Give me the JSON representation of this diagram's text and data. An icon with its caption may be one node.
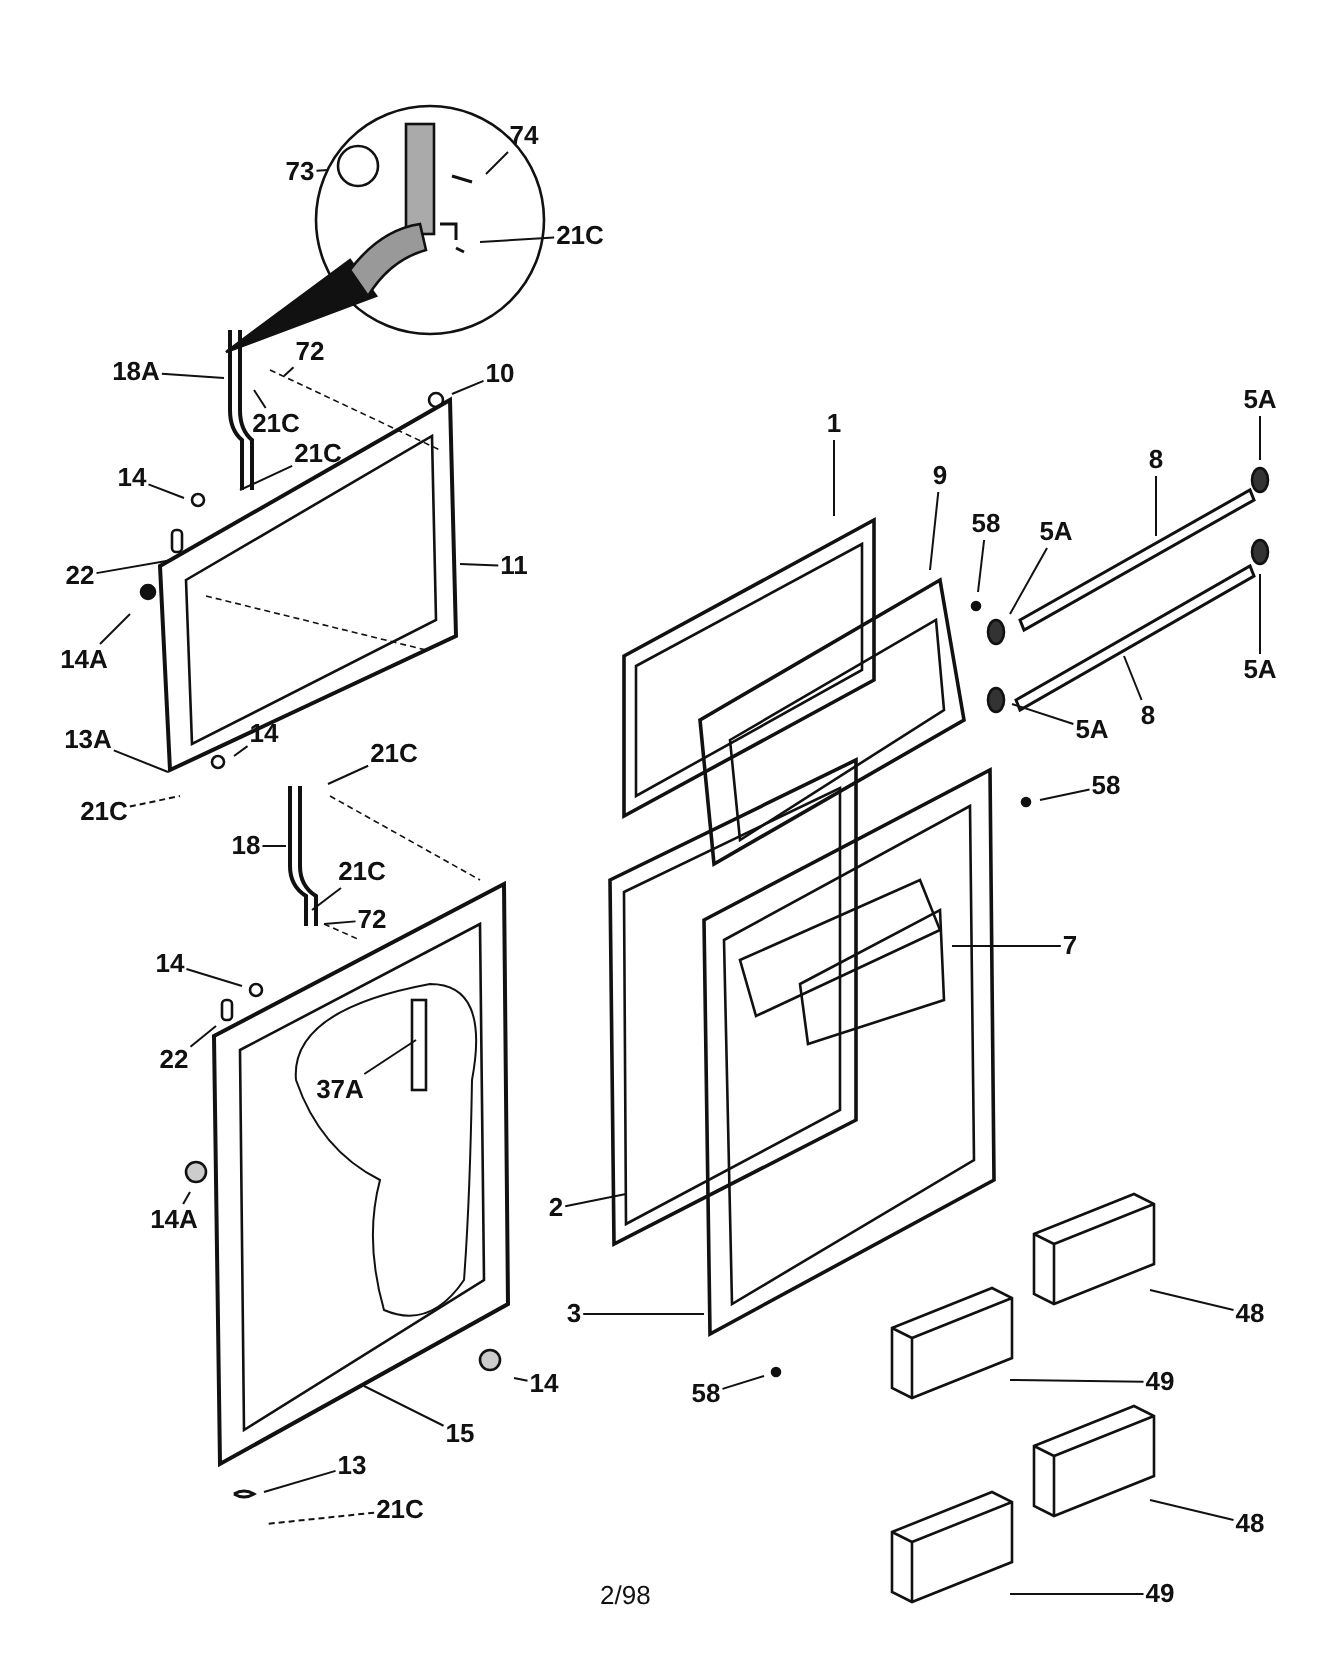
{
  "diagram": {
    "nodes": [
      {
        "text": [
          "74"
        ]
      },
      {
        "text": [
          "73"
        ]
      },
      {
        "text": [
          "21C"
        ]
      },
      {
        "text": [
          "72"
        ]
      },
      {
        "text": [
          "18A"
        ]
      },
      {
        "text": [
          "21C"
        ]
      },
      {
        "text": [
          "10"
        ]
      },
      {
        "text": [
          "21C"
        ]
      },
      {
        "text": [
          "14"
        ]
      },
      {
        "text": [
          "11"
        ]
      },
      {
        "text": [
          "22"
        ]
      },
      {
        "text": [
          "14A"
        ]
      },
      {
        "text": [
          "13A"
        ]
      },
      {
        "text": [
          "14"
        ]
      },
      {
        "text": [
          "21C"
        ]
      },
      {
        "text": [
          "21C"
        ]
      },
      {
        "text": [
          "18"
        ]
      },
      {
        "text": [
          "21C"
        ]
      },
      {
        "text": [
          "72"
        ]
      },
      {
        "text": [
          "14"
        ]
      },
      {
        "text": [
          "22"
        ]
      },
      {
        "text": [
          "37A"
        ]
      },
      {
        "text": [
          "14A"
        ]
      },
      {
        "text": [
          "2"
        ]
      },
      {
        "text": [
          "3"
        ]
      },
      {
        "text": [
          "14"
        ]
      },
      {
        "text": [
          "58"
        ]
      },
      {
        "text": [
          "15"
        ]
      },
      {
        "text": [
          "13"
        ]
      },
      {
        "text": [
          "21C"
        ]
      },
      {
        "text": [
          "1"
        ]
      },
      {
        "text": [
          "9"
        ]
      },
      {
        "text": [
          "58"
        ]
      },
      {
        "text": [
          "5A"
        ]
      },
      {
        "text": [
          "8"
        ]
      },
      {
        "text": [
          "5A"
        ]
      },
      {
        "text": [
          "5A"
        ]
      },
      {
        "text": [
          "8"
        ]
      },
      {
        "text": [
          "5A"
        ]
      },
      {
        "text": [
          "58"
        ]
      },
      {
        "text": [
          "7"
        ]
      },
      {
        "text": [
          "48"
        ]
      },
      {
        "text": [
          "49"
        ]
      },
      {
        "text": [
          "48"
        ]
      },
      {
        "text": [
          "49"
        ]
      }
    ],
    "edges": [
      {
        "from": 0,
        "to": null,
        "arrow": "none"
      },
      {
        "from": 1,
        "to": null,
        "arrow": "none"
      },
      {
        "from": 2,
        "to": null,
        "arrow": "none"
      },
      {
        "from": 3,
        "to": null,
        "arrow": "none"
      },
      {
        "from": 4,
        "to": null,
        "arrow": "none"
      },
      {
        "from": 5,
        "to": null,
        "arrow": "none"
      },
      {
        "from": 6,
        "to": null,
        "arrow": "none"
      },
      {
        "from": 7,
        "to": null,
        "arrow": "none"
      },
      {
        "from": 8,
        "to": null,
        "arrow": "none"
      },
      {
        "from": 9,
        "to": null,
        "arrow": "none"
      },
      {
        "from": 10,
        "to": null,
        "arrow": "none"
      },
      {
        "from": 11,
        "to": null,
        "arrow": "none"
      },
      {
        "from": 12,
        "to": null,
        "arrow": "none"
      },
      {
        "from": 13,
        "to": null,
        "arrow": "none"
      },
      {
        "from": 14,
        "to": null,
        "arrow": "none"
      },
      {
        "from": 15,
        "to": null,
        "arrow": "none",
        "style": "dashed"
      },
      {
        "from": 16,
        "to": null,
        "arrow": "none"
      },
      {
        "from": 17,
        "to": null,
        "arrow": "none"
      },
      {
        "from": 18,
        "to": null,
        "arrow": "none"
      },
      {
        "from": 19,
        "to": null,
        "arrow": "none"
      },
      {
        "from": 20,
        "to": null,
        "arrow": "none"
      },
      {
        "from": 21,
        "to": null,
        "arrow": "none"
      },
      {
        "from": 22,
        "to": null,
        "arrow": "none"
      },
      {
        "from": 23,
        "to": null,
        "arrow": "none"
      },
      {
        "from": 24,
        "to": null,
        "arrow": "none"
      },
      {
        "from": 25,
        "to": null,
        "arrow": "none"
      },
      {
        "from": 26,
        "to": null,
        "arrow": "none"
      },
      {
        "from": 27,
        "to": null,
        "arrow": "none"
      },
      {
        "from": 28,
        "to": null,
        "arrow": "none"
      },
      {
        "from": 29,
        "to": null,
        "arrow": "none",
        "style": "dashed"
      },
      {
        "from": 30,
        "to": null,
        "arrow": "none"
      },
      {
        "from": 31,
        "to": null,
        "arrow": "none"
      },
      {
        "from": 32,
        "to": null,
        "arrow": "none"
      },
      {
        "from": 33,
        "to": null,
        "arrow": "none"
      },
      {
        "from": 34,
        "to": null,
        "arrow": "none"
      },
      {
        "from": 35,
        "to": null,
        "arrow": "none"
      },
      {
        "from": 36,
        "to": null,
        "arrow": "none"
      },
      {
        "from": 37,
        "to": null,
        "arrow": "none"
      },
      {
        "from": 38,
        "to": null,
        "arrow": "none"
      },
      {
        "from": 39,
        "to": null,
        "arrow": "none"
      },
      {
        "from": 40,
        "to": null,
        "arrow": "none"
      },
      {
        "from": 41,
        "to": null,
        "arrow": "none"
      },
      {
        "from": 42,
        "to": null,
        "arrow": "none"
      },
      {
        "from": 43,
        "to": null,
        "arrow": "none"
      },
      {
        "from": 44,
        "to": null,
        "arrow": "none"
      }
    ],
    "labels": [
      "2/98"
    ]
  }
}
